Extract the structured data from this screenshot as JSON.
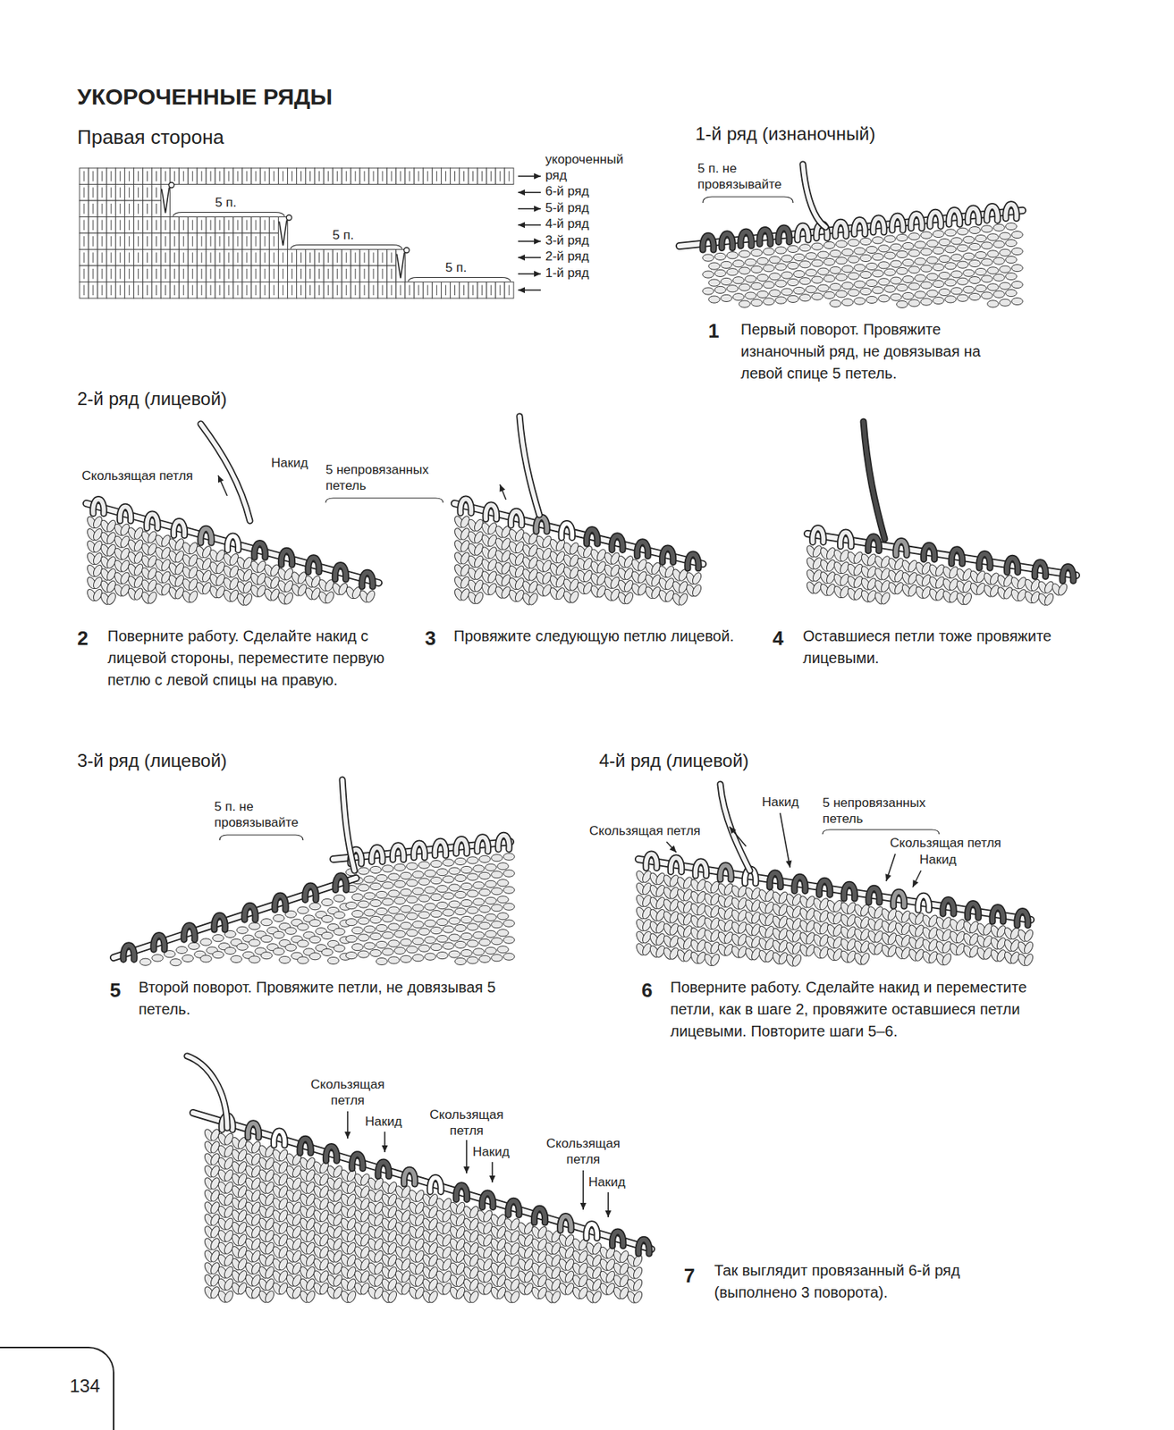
{
  "diagram": {
    "title": "УКОРОЧЕННЫЕ РЯДЫ",
    "nodes": [
      {
        "text": [
          "134"
        ]
      }
    ],
    "labels": [
      "Правая сторона",
      "укороченный ряд",
      "6-й ряд",
      "5-й ряд",
      "4-й ряд",
      "3-й ряд",
      "2-й ряд",
      "1-й ряд",
      "5 п.",
      "5 п.",
      "5 п.",
      "1-й ряд (изнаночный)",
      "5 п. не провязывайте",
      "1",
      "Первый поворот. Провяжите изнаночный ряд, не довязывая на левой спице 5 петель.",
      "2-й ряд (лицевой)",
      "Скользящая петля",
      "Накид",
      "5 непровязанных петель",
      "2",
      "Поверните работу. Сделайте накид с лицевой стороны, переместите первую петлю с левой спицы на правую.",
      "3",
      "Провяжите следующую петлю лицевой.",
      "4",
      "Оставшиеся петли тоже провяжите лицевыми.",
      "3-й ряд (лицевой)",
      "5 п. не провязывайте",
      "5",
      "Второй поворот. Провяжите петли, не довязывая 5 петель.",
      "4-й ряд (лицевой)",
      "Накид",
      "5 непровязанных петель",
      "Скользящая петля",
      "Скользящая петля",
      "Накид",
      "6",
      "Поверните работу. Сделайте накид и переместите петли, как в шаге 2, провяжите оставшиеся петли лицевыми. Повторите шаги 5–6.",
      "Скользящая петля",
      "Накид",
      "Скользящая петля",
      "Накид",
      "Скользящая петля",
      "Накид",
      "7",
      "Так выглядит провязанный 6-й ряд (выполнено 3 поворота)."
    ]
  }
}
